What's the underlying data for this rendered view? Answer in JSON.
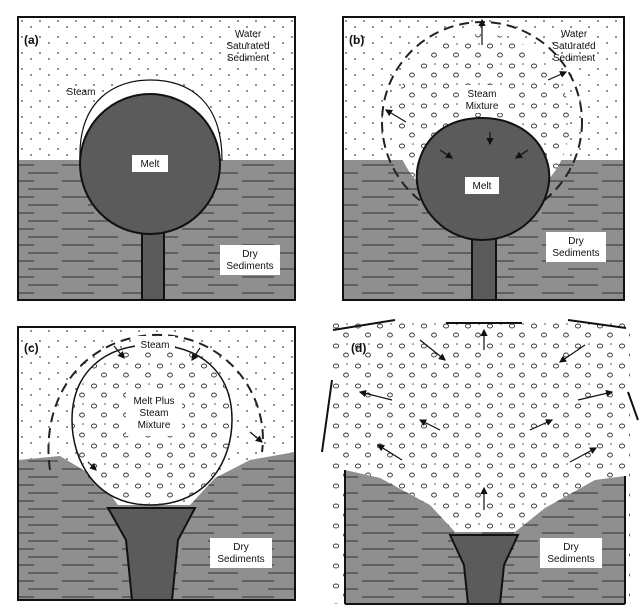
{
  "panels": [
    {
      "id": "a",
      "letter": "(a)",
      "labels": {
        "water": "Water\nSaturated\nSediment",
        "steam": "Steam",
        "melt": "Melt",
        "dry": "Dry\nSediments"
      }
    },
    {
      "id": "b",
      "letter": "(b)",
      "labels": {
        "water": "Water\nSaturated\nSediment",
        "steam": "Steam\nMixture",
        "melt": "Melt",
        "dry": "Dry\nSediments"
      }
    },
    {
      "id": "c",
      "letter": "(c)",
      "labels": {
        "steam": "Steam",
        "mixture": "Melt Plus\nSteam\nMixture",
        "dry": "Dry\nSediments"
      }
    },
    {
      "id": "d",
      "letter": "(d)",
      "labels": {
        "dry": "Dry\nSediments"
      }
    }
  ],
  "colors": {
    "sediment": "#8f8f8f",
    "melt": "#5b5b5b",
    "ink": "#111111"
  }
}
